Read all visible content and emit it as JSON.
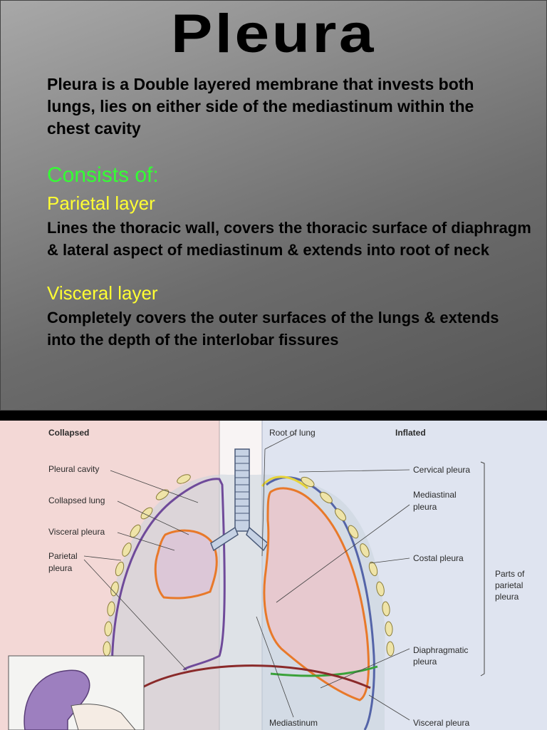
{
  "slide": {
    "title": "Pleura",
    "intro": "Pleura is a Double layered membrane that invests both lungs, lies on either side of the mediastinum within the chest cavity",
    "consists_heading": "Consists of:",
    "parietal_heading": "Parietal layer",
    "parietal_text": "Lines the thoracic wall, covers the thoracic surface of diaphragm & lateral aspect of mediastinum & extends into root of neck",
    "visceral_heading": "Visceral layer",
    "visceral_text": "Completely covers the outer surfaces of the lungs & extends into the depth of the interlobar fissures"
  },
  "diagram": {
    "collapsed_heading": "Collapsed",
    "inflated_heading": "Inflated",
    "root_of_lung": "Root of lung",
    "left_labels": {
      "pleural_cavity": "Pleural cavity",
      "collapsed_lung": "Collapsed lung",
      "visceral_pleura": "Visceral pleura",
      "parietal_line1": "Parietal",
      "parietal_line2": "pleura"
    },
    "right_labels": {
      "cervical_pleura": "Cervical pleura",
      "mediastinal_line1": "Mediastinal",
      "mediastinal_line2": "pleura",
      "costal_pleura": "Costal pleura",
      "diaphragmatic_line1": "Diaphragmatic",
      "diaphragmatic_line2": "pleura",
      "visceral_pleura": "Visceral pleura"
    },
    "parts_of_parietal": [
      "Parts of",
      "parietal",
      "pleura"
    ],
    "mediastinum": "Mediastinum",
    "colors": {
      "parietal": "#6f4a9a",
      "visceral": "#e8792a",
      "cervical": "#e6d33a",
      "costal": "#5464a8",
      "diaphragmatic": "#3aa23a",
      "rib": "#efe4a8"
    }
  }
}
